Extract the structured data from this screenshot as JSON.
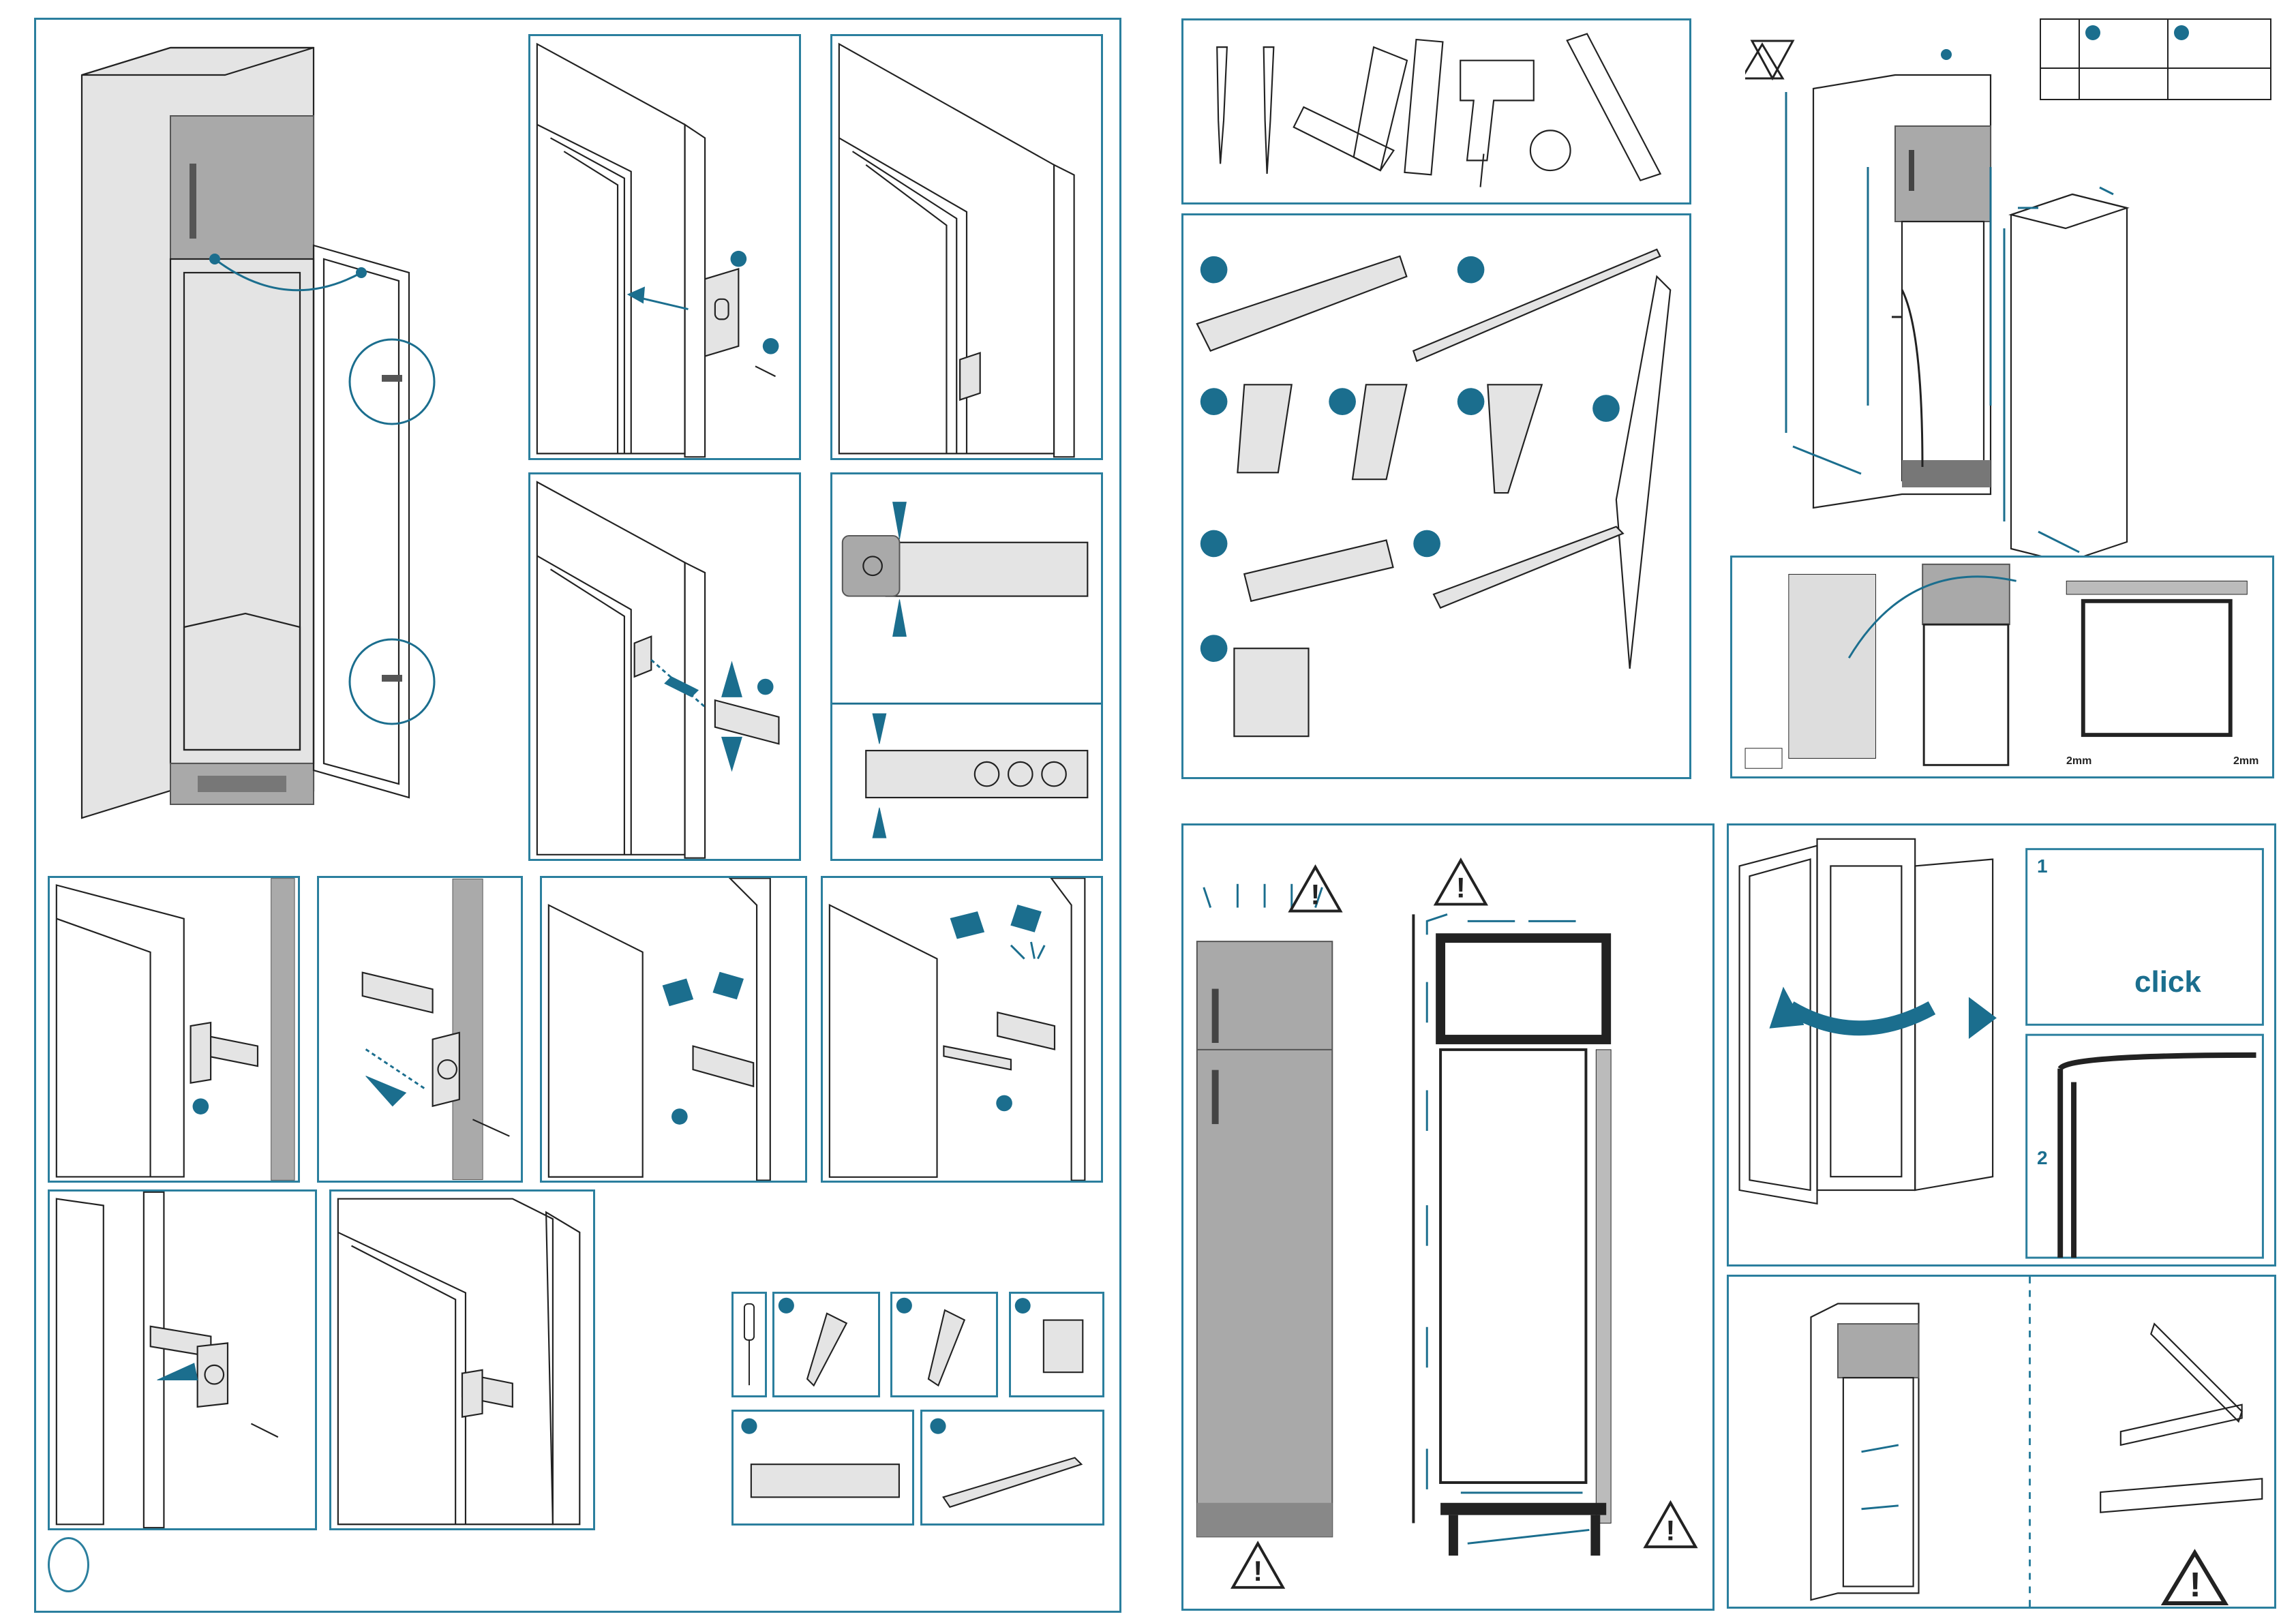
{
  "labels": {
    "click": "click",
    "step_1": "1",
    "step_2": "2",
    "gap_left": "2mm",
    "gap_right": "2mm"
  },
  "colors": {
    "accent": "#1b6e8e",
    "border": "#2b7f9e",
    "panel_gray": "#a9a9a9",
    "ink": "#222222"
  },
  "icons": [
    "warning-triangle-icon",
    "screwdriver-icon",
    "drill-icon",
    "saw-icon",
    "square-ruler-icon",
    "spirit-level-icon",
    "screw-icon",
    "hinge-bracket-icon",
    "door-slide-icon",
    "cover-strip-icon",
    "airflow-arrow-icon"
  ]
}
